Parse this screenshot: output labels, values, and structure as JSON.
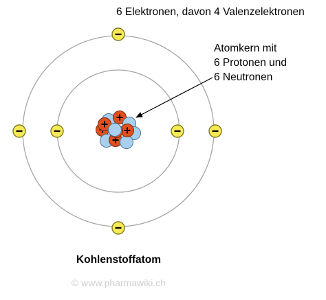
{
  "labels": {
    "heading": "6 Elektronen, davon 4 Valenzelektronen",
    "nucleus_line1": "Atomkern mit",
    "nucleus_line2": "6 Protonen und",
    "nucleus_line3": "6 Neutronen",
    "caption": "Kohlenstoffatom",
    "copyright": "© www.pharmawiki.ch"
  },
  "atom": {
    "electron_count": 6,
    "valence_electron_count": 4,
    "proton_count": 6,
    "neutron_count": 6,
    "shells": [
      {
        "name": "inner-shell",
        "electron_count": 2
      },
      {
        "name": "outer-shell",
        "electron_count": 4
      }
    ],
    "electron_symbol": "−",
    "proton_symbol": "+"
  },
  "colors": {
    "shell_line": "#a6a6a6",
    "electron_fill": "#f7ea56",
    "electron_stroke": "#7d7a1e",
    "proton_fill": "#e0501e",
    "proton_stroke": "#7a2a10",
    "neutron_fill": "#a9cfee",
    "neutron_stroke": "#4f7597",
    "arrow": "#000000"
  }
}
